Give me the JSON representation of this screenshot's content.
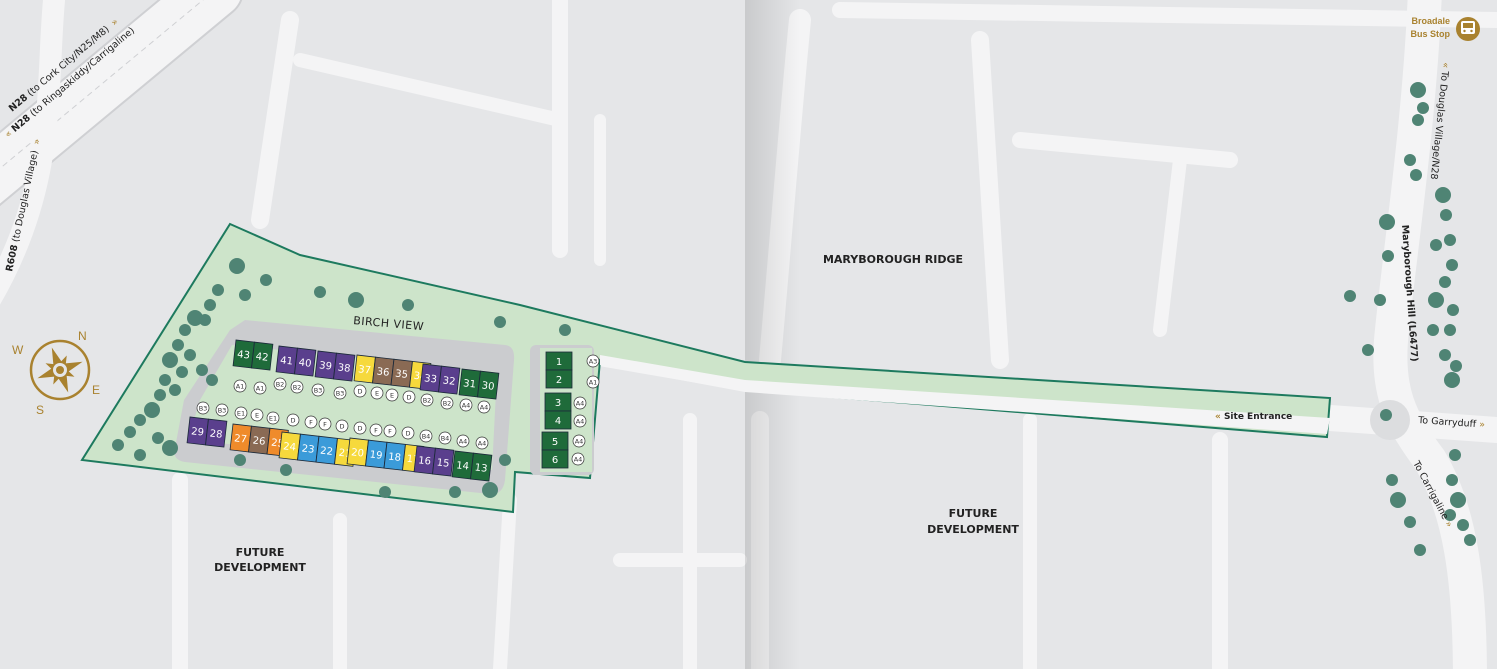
{
  "colors": {
    "background": "#e5e6e8",
    "road": "#f4f4f5",
    "site_green": "#cde4ca",
    "site_outline": "#1d7a5e",
    "accent_gold": "#a9822f",
    "tree": "#4f8474",
    "unit_types": {
      "green": "#1f6b3a",
      "purple": "#5a3f8d",
      "yellow": "#f6d93c",
      "brown": "#8a6a54",
      "orange": "#ef8b2b",
      "blue": "#3b9bd9"
    }
  },
  "compass": {
    "icon": "compass-rose-icon",
    "n": "N",
    "e": "E",
    "s": "S",
    "w": "W"
  },
  "roads": {
    "n28_city": {
      "bold": "N28",
      "rest": " (to Cork City/N25/M8)"
    },
    "n28_ring": {
      "bold": "N28",
      "rest": " (to Ringaskiddy/Carrigaline)"
    },
    "r608": {
      "bold": "R608",
      "rest": " (to Douglas Village)"
    },
    "maryborough_hill": "Maryborough Hill (L6477)",
    "to_douglas": "To Douglas Village/N28",
    "to_garryduff": "To Garryduff",
    "to_carrigaline": "To Carrigaline",
    "birch_view": "BIRCH VIEW"
  },
  "areas": {
    "maryborough_ridge": "MARYBOROUGH RIDGE",
    "future_dev_left": [
      "FUTURE",
      "DEVELOPMENT"
    ],
    "future_dev_right": [
      "FUTURE",
      "DEVELOPMENT"
    ]
  },
  "site_entrance": "Site Entrance",
  "bus_stop": {
    "line1": "Broadale",
    "line2": "Bus Stop",
    "icon": "bus-icon"
  },
  "units": {
    "top_row": [
      [
        {
          "n": "43",
          "t": "green"
        },
        {
          "n": "42",
          "t": "green"
        }
      ],
      [
        {
          "n": "41",
          "t": "purple"
        },
        {
          "n": "40",
          "t": "purple"
        }
      ],
      [
        {
          "n": "39",
          "t": "purple"
        },
        {
          "n": "38",
          "t": "purple"
        }
      ],
      [
        {
          "n": "37",
          "t": "yellow"
        },
        {
          "n": "36",
          "t": "brown"
        },
        {
          "n": "35",
          "t": "brown"
        },
        {
          "n": "34",
          "t": "yellow"
        }
      ],
      [
        {
          "n": "33",
          "t": "purple"
        },
        {
          "n": "32",
          "t": "purple"
        }
      ],
      [
        {
          "n": "31",
          "t": "green"
        },
        {
          "n": "30",
          "t": "green"
        }
      ]
    ],
    "bottom_row": [
      [
        {
          "n": "29",
          "t": "purple"
        },
        {
          "n": "28",
          "t": "purple"
        }
      ],
      [
        {
          "n": "27",
          "t": "orange"
        },
        {
          "n": "26",
          "t": "brown"
        },
        {
          "n": "25",
          "t": "orange"
        }
      ],
      [
        {
          "n": "24",
          "t": "yellow"
        },
        {
          "n": "23",
          "t": "blue"
        },
        {
          "n": "22",
          "t": "blue"
        },
        {
          "n": "21",
          "t": "yellow"
        }
      ],
      [
        {
          "n": "20",
          "t": "yellow"
        },
        {
          "n": "19",
          "t": "blue"
        },
        {
          "n": "18",
          "t": "blue"
        },
        {
          "n": "17",
          "t": "yellow"
        }
      ],
      [
        {
          "n": "16",
          "t": "purple"
        },
        {
          "n": "15",
          "t": "purple"
        }
      ],
      [
        {
          "n": "14",
          "t": "green"
        },
        {
          "n": "13",
          "t": "green"
        }
      ]
    ],
    "east_block": [
      {
        "n": "1",
        "t": "green"
      },
      {
        "n": "2",
        "t": "green"
      },
      {
        "n": "3",
        "t": "green"
      },
      {
        "n": "4",
        "t": "green"
      },
      {
        "n": "5",
        "t": "green"
      },
      {
        "n": "6",
        "t": "green"
      }
    ]
  },
  "plot_types": {
    "top_row": [
      "A1",
      "A1",
      "B2",
      "B2",
      "B3",
      "B3",
      "D",
      "E",
      "E",
      "D",
      "B2",
      "B2",
      "A4",
      "A4"
    ],
    "middle_row": [
      "B3",
      "B3",
      "E1",
      "E",
      "E1",
      "D",
      "F",
      "F",
      "D",
      "D",
      "F",
      "F",
      "D",
      "B4",
      "B4",
      "A4",
      "A4"
    ],
    "east_block": [
      "A3",
      "A1",
      "A4",
      "A4",
      "A4",
      "A4"
    ]
  }
}
